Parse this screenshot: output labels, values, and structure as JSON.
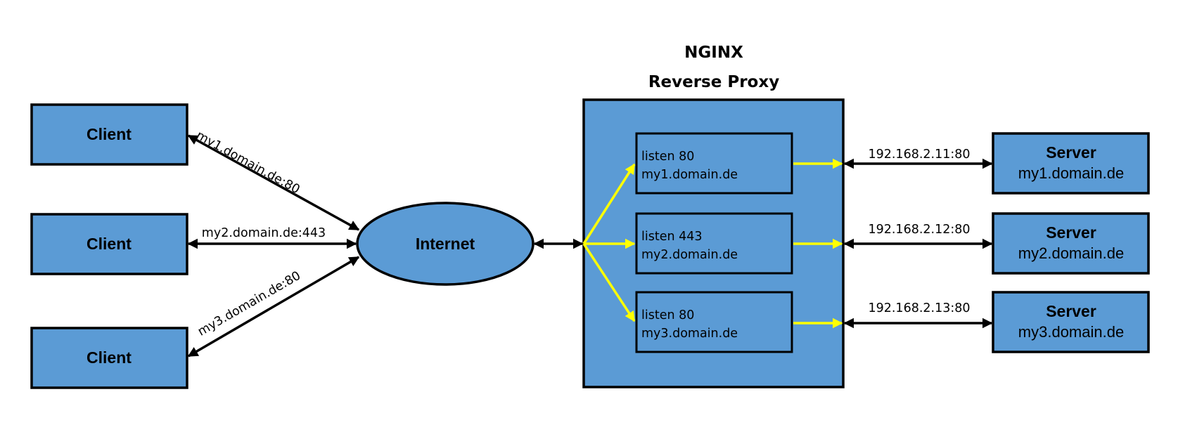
{
  "title": {
    "line1": "NGINX",
    "line2": "Reverse Proxy"
  },
  "clients": [
    {
      "label": "Client",
      "edge_label": "my1.domain.de:80"
    },
    {
      "label": "Client",
      "edge_label": "my2.domain.de:443"
    },
    {
      "label": "Client",
      "edge_label": "my3.domain.de:80"
    }
  ],
  "internet": {
    "label": "Internet"
  },
  "listeners": [
    {
      "line1": "listen 80",
      "line2": "my1.domain.de"
    },
    {
      "line1": "listen 443",
      "line2": "my2.domain.de"
    },
    {
      "line1": "listen 80",
      "line2": "my3.domain.de"
    }
  ],
  "servers": [
    {
      "title": "Server",
      "host": "my1.domain.de",
      "address": "192.168.2.11:80"
    },
    {
      "title": "Server",
      "host": "my2.domain.de",
      "address": "192.168.2.12:80"
    },
    {
      "title": "Server",
      "host": "my3.domain.de",
      "address": "192.168.2.13:80"
    }
  ],
  "colors": {
    "box_fill": "#5b9bd5",
    "stroke": "#000000",
    "proxy_route": "#ffff00"
  }
}
